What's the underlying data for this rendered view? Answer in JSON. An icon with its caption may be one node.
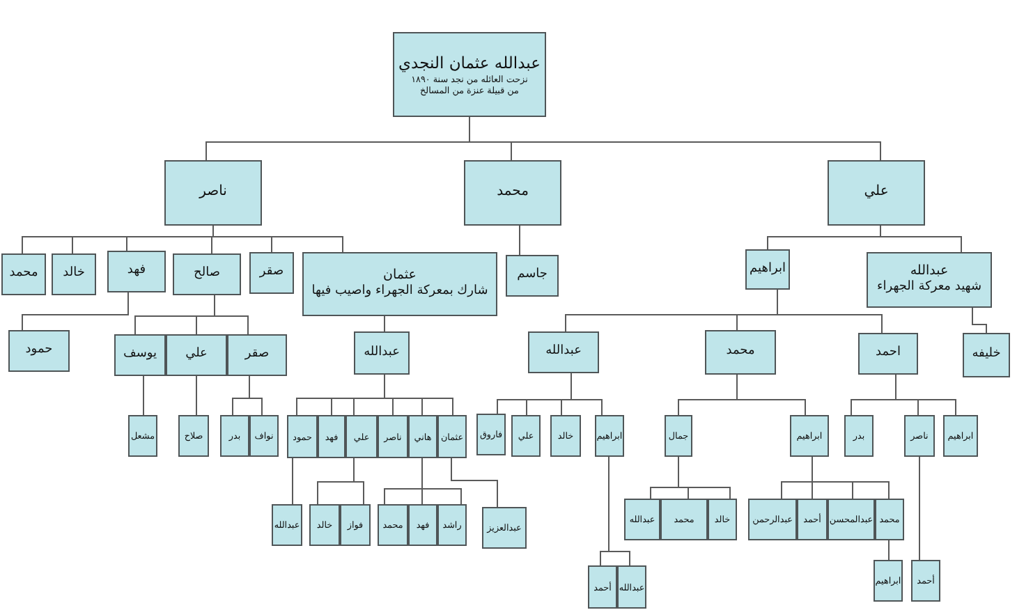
{
  "diagram": {
    "nodes": [
      {
        "text": [
          "عبدالله عثمان النجدي",
          "نزحت العائله من نجد سنة ١٨٩٠ من قبيلة عنزة من المسالخ"
        ]
      },
      {
        "text": [
          "علي"
        ]
      },
      {
        "text": [
          "محمد"
        ]
      },
      {
        "text": [
          "ناصر"
        ]
      },
      {
        "text": [
          "عبدالله",
          "شهيد معركة الجهراء"
        ]
      },
      {
        "text": [
          "ابراهيم"
        ]
      },
      {
        "text": [
          "جاسم"
        ]
      },
      {
        "text": [
          "عثمان",
          "شارك بمعركة الجهراء واصيب فيها"
        ]
      },
      {
        "text": [
          "صقر"
        ]
      },
      {
        "text": [
          "صالح"
        ]
      },
      {
        "text": [
          "فهد"
        ]
      },
      {
        "text": [
          "خالد"
        ]
      },
      {
        "text": [
          "محمد"
        ]
      },
      {
        "text": [
          "خليفه"
        ]
      },
      {
        "text": [
          "احمد"
        ]
      },
      {
        "text": [
          "محمد"
        ]
      },
      {
        "text": [
          "عبدالله"
        ]
      },
      {
        "text": [
          "عبدالله"
        ]
      },
      {
        "text": [
          "صقر"
        ]
      },
      {
        "text": [
          "علي"
        ]
      },
      {
        "text": [
          "يوسف"
        ]
      },
      {
        "text": [
          "حمود"
        ]
      },
      {
        "text": [
          "ابراهيم"
        ]
      },
      {
        "text": [
          "ناصر"
        ]
      },
      {
        "text": [
          "بدر"
        ]
      },
      {
        "text": [
          "ابراهيم"
        ]
      },
      {
        "text": [
          "جمال"
        ]
      },
      {
        "text": [
          "ابراهيم"
        ]
      },
      {
        "text": [
          "خالد"
        ]
      },
      {
        "text": [
          "علي"
        ]
      },
      {
        "text": [
          "فاروق"
        ]
      },
      {
        "text": [
          "عثمان"
        ]
      },
      {
        "text": [
          "هاني"
        ]
      },
      {
        "text": [
          "ناصر"
        ]
      },
      {
        "text": [
          "علي"
        ]
      },
      {
        "text": [
          "فهد"
        ]
      },
      {
        "text": [
          "حمود"
        ]
      },
      {
        "text": [
          "نواف"
        ]
      },
      {
        "text": [
          "بدر"
        ]
      },
      {
        "text": [
          "صلاح"
        ]
      },
      {
        "text": [
          "مشعل"
        ]
      },
      {
        "text": [
          "محمد"
        ]
      },
      {
        "text": [
          "عبدالمحسن"
        ]
      },
      {
        "text": [
          "أحمد"
        ]
      },
      {
        "text": [
          "عبدالرحمن"
        ]
      },
      {
        "text": [
          "أحمد"
        ]
      },
      {
        "text": [
          "خالد"
        ]
      },
      {
        "text": [
          "محمد"
        ]
      },
      {
        "text": [
          "عبدالله"
        ]
      },
      {
        "text": [
          "عبدالله"
        ]
      },
      {
        "text": [
          "أحمد"
        ]
      },
      {
        "text": [
          "عبدالعزيز"
        ]
      },
      {
        "text": [
          "راشد"
        ]
      },
      {
        "text": [
          "فهد"
        ]
      },
      {
        "text": [
          "محمد"
        ]
      },
      {
        "text": [
          "فواز"
        ]
      },
      {
        "text": [
          "خالد"
        ]
      },
      {
        "text": [
          "عبدالله"
        ]
      },
      {
        "text": [
          "ابراهيم"
        ]
      }
    ],
    "edges": [
      {
        "from": 0,
        "to": 1,
        "arrow": "none"
      },
      {
        "from": 0,
        "to": 2,
        "arrow": "none"
      },
      {
        "from": 0,
        "to": 3,
        "arrow": "none"
      },
      {
        "from": 1,
        "to": 4,
        "arrow": "none"
      },
      {
        "from": 1,
        "to": 5,
        "arrow": "none"
      },
      {
        "from": 2,
        "to": 6,
        "arrow": "none"
      },
      {
        "from": 3,
        "to": 7,
        "arrow": "none"
      },
      {
        "from": 3,
        "to": 8,
        "arrow": "none"
      },
      {
        "from": 3,
        "to": 9,
        "arrow": "none"
      },
      {
        "from": 3,
        "to": 10,
        "arrow": "none"
      },
      {
        "from": 3,
        "to": 11,
        "arrow": "none"
      },
      {
        "from": 3,
        "to": 12,
        "arrow": "none"
      },
      {
        "from": 4,
        "to": 13,
        "arrow": "none"
      },
      {
        "from": 5,
        "to": 14,
        "arrow": "none"
      },
      {
        "from": 5,
        "to": 15,
        "arrow": "none"
      },
      {
        "from": 5,
        "to": 16,
        "arrow": "none"
      },
      {
        "from": 7,
        "to": 17,
        "arrow": "none"
      },
      {
        "from": 9,
        "to": 18,
        "arrow": "none"
      },
      {
        "from": 9,
        "to": 19,
        "arrow": "none"
      },
      {
        "from": 9,
        "to": 20,
        "arrow": "none"
      },
      {
        "from": 10,
        "to": 21,
        "arrow": "none"
      },
      {
        "from": 14,
        "to": 22,
        "arrow": "none"
      },
      {
        "from": 14,
        "to": 23,
        "arrow": "none"
      },
      {
        "from": 14,
        "to": 24,
        "arrow": "none"
      },
      {
        "from": 15,
        "to": 25,
        "arrow": "none"
      },
      {
        "from": 15,
        "to": 26,
        "arrow": "none"
      },
      {
        "from": 16,
        "to": 27,
        "arrow": "none"
      },
      {
        "from": 16,
        "to": 28,
        "arrow": "none"
      },
      {
        "from": 16,
        "to": 29,
        "arrow": "none"
      },
      {
        "from": 16,
        "to": 30,
        "arrow": "none"
      },
      {
        "from": 17,
        "to": 31,
        "arrow": "none"
      },
      {
        "from": 17,
        "to": 32,
        "arrow": "none"
      },
      {
        "from": 17,
        "to": 33,
        "arrow": "none"
      },
      {
        "from": 17,
        "to": 34,
        "arrow": "none"
      },
      {
        "from": 17,
        "to": 35,
        "arrow": "none"
      },
      {
        "from": 17,
        "to": 36,
        "arrow": "none"
      },
      {
        "from": 18,
        "to": 37,
        "arrow": "none"
      },
      {
        "from": 18,
        "to": 38,
        "arrow": "none"
      },
      {
        "from": 19,
        "to": 39,
        "arrow": "none"
      },
      {
        "from": 20,
        "to": 40,
        "arrow": "none"
      },
      {
        "from": 25,
        "to": 41,
        "arrow": "none"
      },
      {
        "from": 25,
        "to": 42,
        "arrow": "none"
      },
      {
        "from": 25,
        "to": 43,
        "arrow": "none"
      },
      {
        "from": 25,
        "to": 44,
        "arrow": "none"
      },
      {
        "from": 23,
        "to": 45,
        "arrow": "none"
      },
      {
        "from": 26,
        "to": 46,
        "arrow": "none"
      },
      {
        "from": 26,
        "to": 47,
        "arrow": "none"
      },
      {
        "from": 26,
        "to": 48,
        "arrow": "none"
      },
      {
        "from": 27,
        "to": 49,
        "arrow": "none"
      },
      {
        "from": 27,
        "to": 50,
        "arrow": "none"
      },
      {
        "from": 31,
        "to": 51,
        "arrow": "none"
      },
      {
        "from": 32,
        "to": 52,
        "arrow": "none"
      },
      {
        "from": 32,
        "to": 53,
        "arrow": "none"
      },
      {
        "from": 32,
        "to": 54,
        "arrow": "none"
      },
      {
        "from": 34,
        "to": 55,
        "arrow": "none"
      },
      {
        "from": 34,
        "to": 56,
        "arrow": "none"
      },
      {
        "from": 36,
        "to": 57,
        "arrow": "none"
      },
      {
        "from": 41,
        "to": 58,
        "arrow": "none"
      }
    ]
  }
}
